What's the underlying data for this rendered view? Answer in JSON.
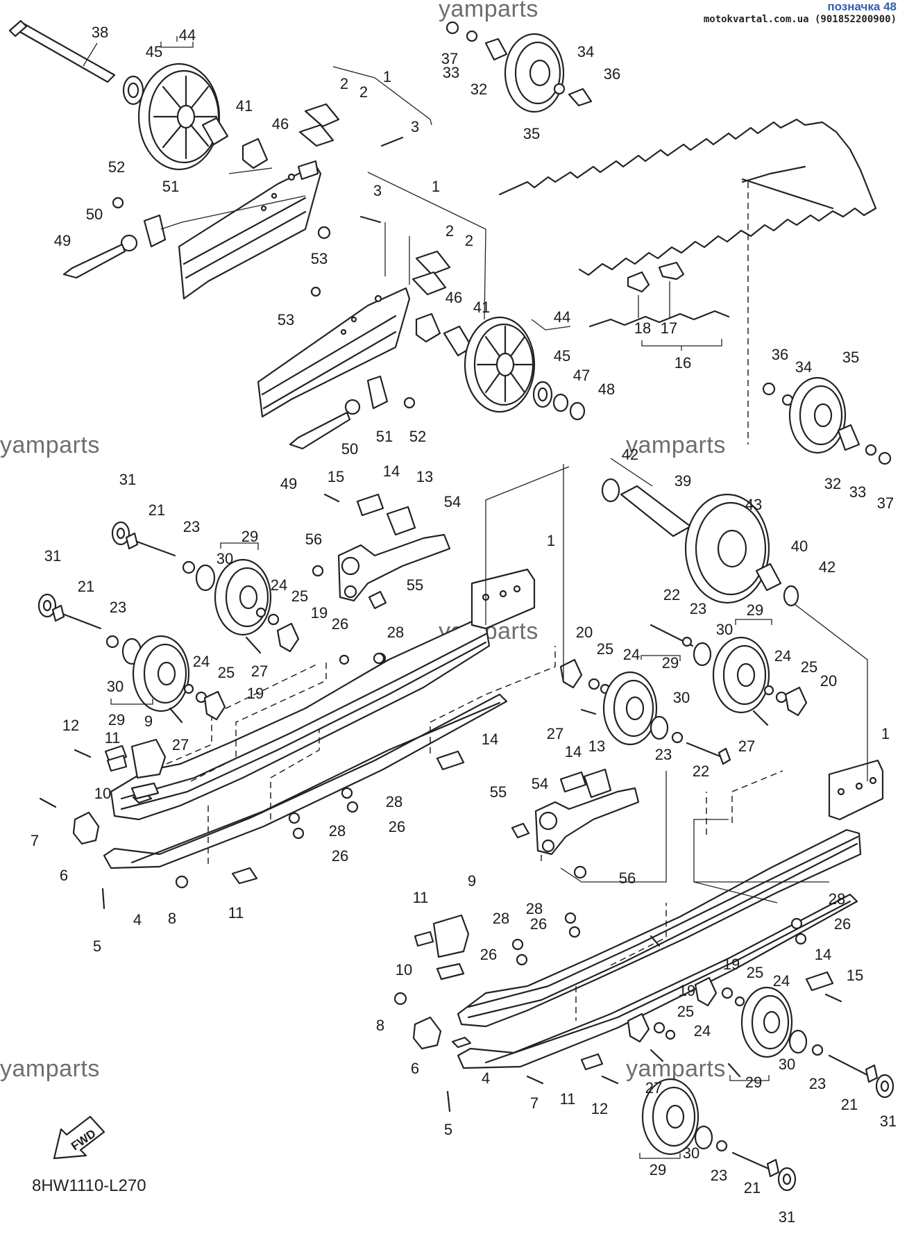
{
  "header": {
    "title": "позначка 48",
    "source": "motokvartal.com.ua (901852200900)"
  },
  "watermark": "yamparts",
  "diagram_code": "8HW1110-L270",
  "fwd_label": "FWD",
  "callouts": [
    "1",
    "2",
    "3",
    "4",
    "5",
    "6",
    "7",
    "8",
    "9",
    "10",
    "11",
    "12",
    "13",
    "14",
    "15",
    "16",
    "17",
    "18",
    "19",
    "20",
    "21",
    "22",
    "23",
    "24",
    "25",
    "26",
    "27",
    "28",
    "29",
    "30",
    "31",
    "32",
    "33",
    "34",
    "35",
    "36",
    "37",
    "38",
    "39",
    "40",
    "41",
    "42",
    "43",
    "44",
    "45",
    "46",
    "47",
    "48",
    "49",
    "50",
    "51",
    "52",
    "53",
    "54",
    "55",
    "56"
  ]
}
